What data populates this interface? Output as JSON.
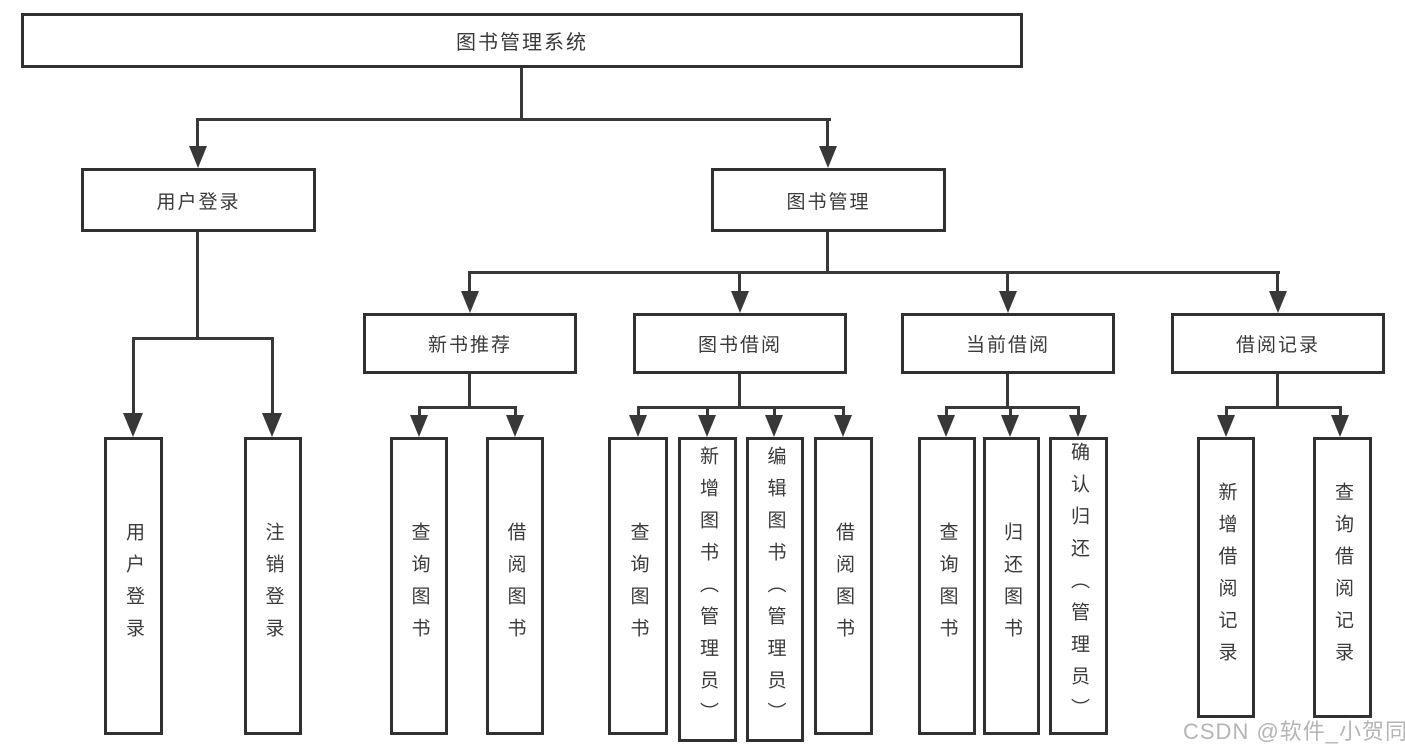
{
  "watermark": {
    "label": "CSDN @软件_小贺同学"
  },
  "tree": {
    "root": {
      "label": "图书管理系统"
    },
    "branches": [
      {
        "label": "用户登录",
        "leaves": [
          {
            "label": "用户登录"
          },
          {
            "label": "注销登录"
          }
        ]
      },
      {
        "label": "图书管理",
        "groups": [
          {
            "label": "新书推荐",
            "leaves": [
              {
                "label": "查询图书"
              },
              {
                "label": "借阅图书"
              }
            ]
          },
          {
            "label": "图书借阅",
            "leaves": [
              {
                "label": "查询图书"
              },
              {
                "label": "新增图书（管理员）"
              },
              {
                "label": "编辑图书（管理员）"
              },
              {
                "label": "借阅图书"
              }
            ]
          },
          {
            "label": "当前借阅",
            "leaves": [
              {
                "label": "查询图书"
              },
              {
                "label": "归还图书"
              },
              {
                "label": "确认归还（管理员）"
              }
            ]
          },
          {
            "label": "借阅记录",
            "leaves": [
              {
                "label": "新增借阅记录"
              },
              {
                "label": "查询借阅记录"
              }
            ]
          }
        ]
      }
    ]
  }
}
